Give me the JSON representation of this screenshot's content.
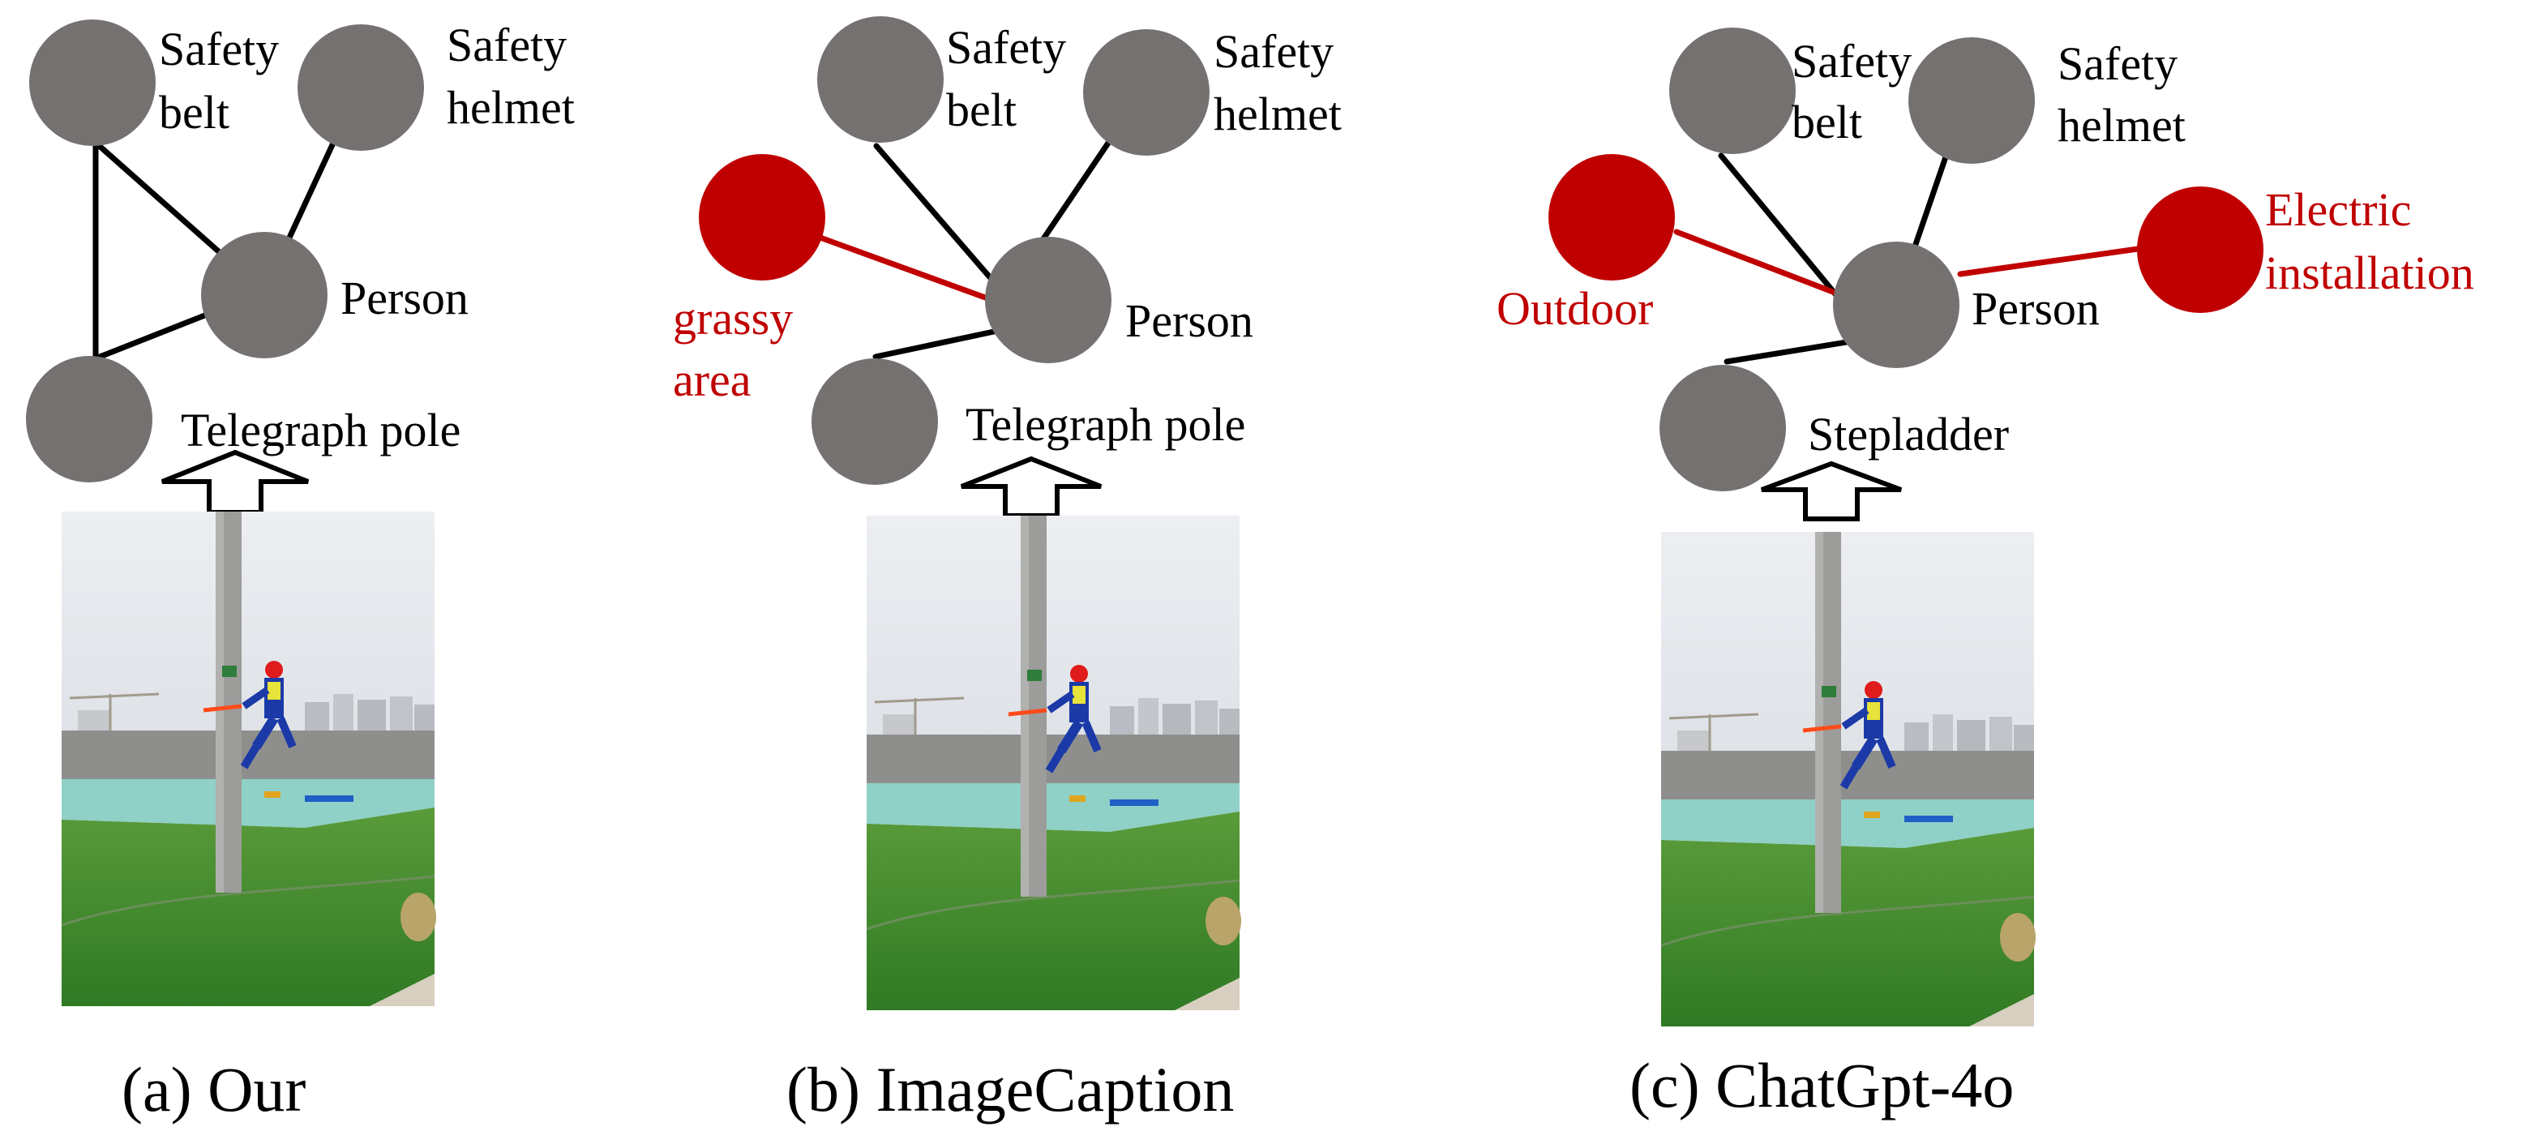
{
  "panels": [
    {
      "caption": "(a) Our",
      "labels": {
        "belt": [
          "Safety",
          "belt"
        ],
        "helmet": [
          "Safety",
          "helmet"
        ],
        "person": "Person",
        "object": "Telegraph pole"
      }
    },
    {
      "caption": "(b) ImageCaption",
      "labels": {
        "belt": [
          "Safety",
          "belt"
        ],
        "helmet": [
          "Safety",
          "helmet"
        ],
        "person": "Person",
        "object": "Telegraph pole",
        "extra_left": [
          "grassy",
          "area"
        ]
      }
    },
    {
      "caption": "(c) ChatGpt-4o",
      "labels": {
        "belt": [
          "Safety",
          "belt"
        ],
        "helmet": [
          "Safety",
          "helmet"
        ],
        "person": "Person",
        "object": "Stepladder",
        "extra_left": [
          "Outdoor"
        ],
        "extra_right": [
          "Electric",
          "installation"
        ]
      }
    }
  ],
  "colors": {
    "node": "#767171",
    "highlight": "#c00000",
    "sky": "#d8dbe0",
    "grass": "#3f8a2e",
    "pole": "#9a9a98"
  }
}
